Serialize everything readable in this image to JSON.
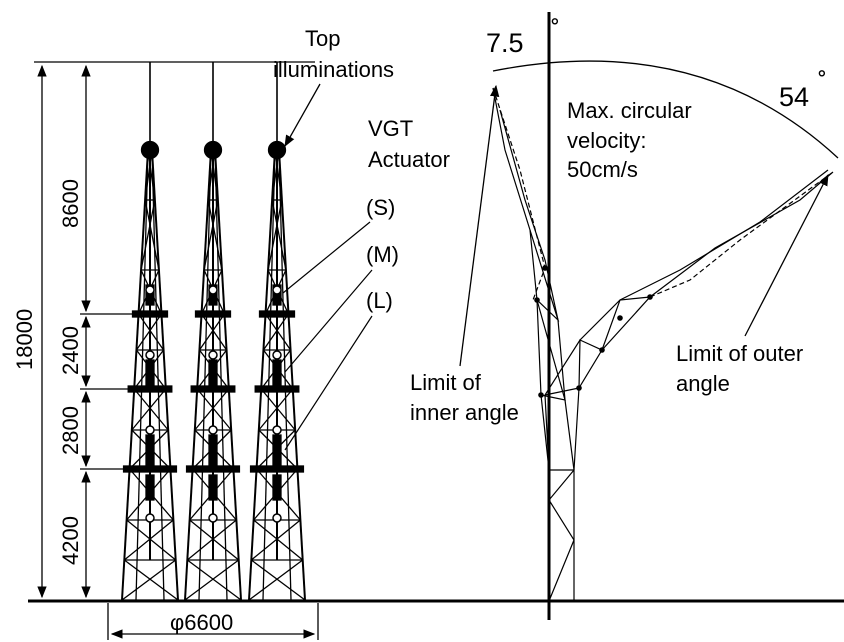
{
  "left_labels": {
    "top_illuminations_1": "Top",
    "top_illuminations_2": "illuminations",
    "vgt_1": "VGT",
    "vgt_2": "Actuator",
    "small": "(S)",
    "medium": "(M)",
    "large": "(L)"
  },
  "dimensions": {
    "total": "18000",
    "seg_top": "8600",
    "seg_2": "2400",
    "seg_3": "2800",
    "seg_bottom": "4200",
    "base_span": "φ6600"
  },
  "right_labels": {
    "inner_angle_value": "7.5",
    "outer_angle_value": "54",
    "degree_symbol": "˚",
    "velocity_1": "Max. circular",
    "velocity_2": "velocity:",
    "velocity_3": "50cm/s",
    "outer_limit_1": "Limit of outer",
    "outer_limit_2": "angle",
    "inner_limit_1": "Limit of",
    "inner_limit_2": "inner angle"
  }
}
